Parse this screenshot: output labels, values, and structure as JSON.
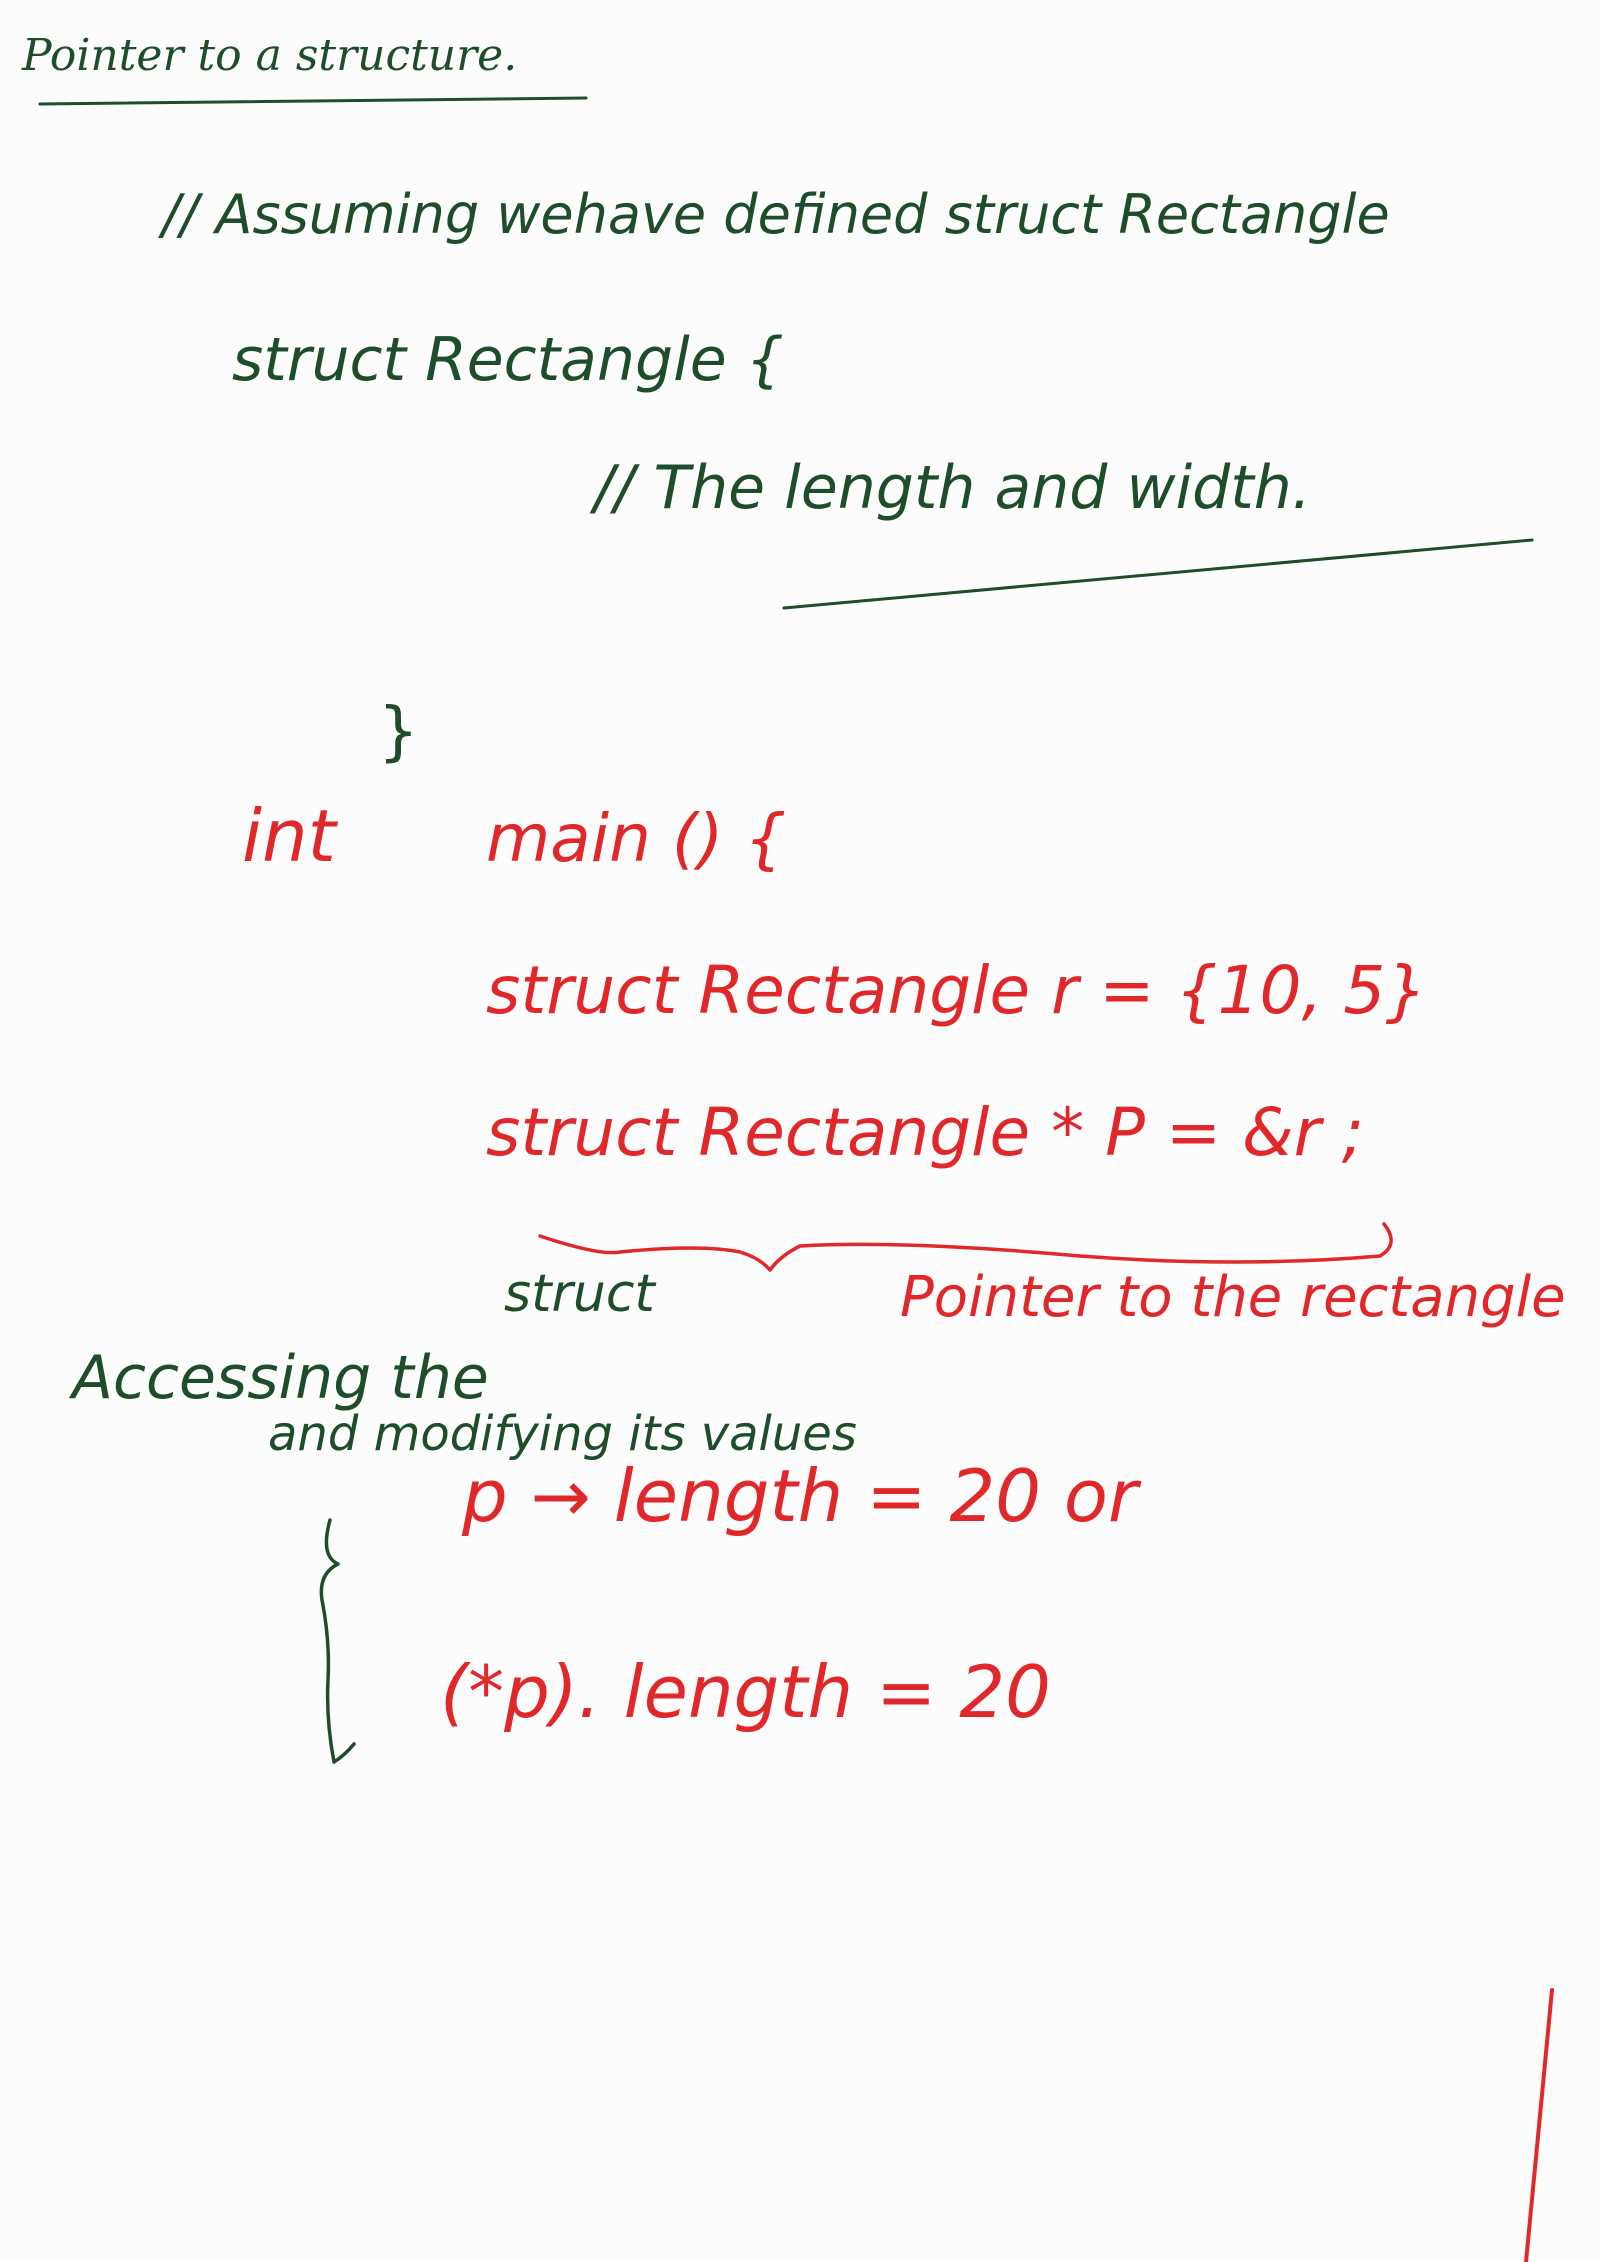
{
  "notes": {
    "title": "Pointer to a structure.",
    "comment_assumption": "// Assuming wehave defined struct Rectangle",
    "struct_decl": "struct Rectangle {",
    "comment_members": "// The length and width.",
    "struct_close": "}",
    "int_kw": "int",
    "main_decl": "main () {",
    "init_line": "struct Rectangle r = {10, 5}",
    "pointer_line": "struct Rectangle * P = &r ;",
    "pointer_label": "Pointer to the rectangle",
    "struct_label": "struct",
    "access_label_1": "Accessing the",
    "access_label_2": "and modifying its values",
    "arrow_line": "p → length = 20 or",
    "deref_line": "(*p). length = 20"
  },
  "colors": {
    "green_ink": "#1e4d2b",
    "red_ink": "#e0282a",
    "paper": "#fcfcfc"
  }
}
